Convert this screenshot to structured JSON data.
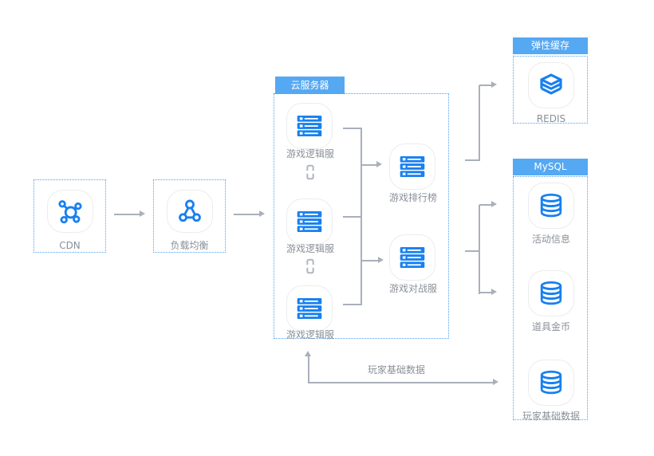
{
  "colors": {
    "accent_blue": "#55a8f2",
    "dotted_border_blue": "#4da3f2",
    "icon_blue": "#1780f0",
    "connector_gray": "#a9b0bb",
    "label_gray": "#8a9099",
    "tile_border_gray": "#ececec",
    "background": "#ffffff"
  },
  "icons": {
    "cdn": "cdn-network-icon",
    "load_balancer": "load-balancer-nodes-icon",
    "logic_server": "server-rack-icon",
    "cache": "layer-stack-icon",
    "database": "database-cylinder-icon",
    "link": "chain-link-icon"
  },
  "diagram": {
    "cdn": {
      "label": "CDN"
    },
    "load_balancer": {
      "label": "负载均衡"
    },
    "cloud": {
      "title": "云服务器",
      "logic_servers": [
        "游戏逻辑服",
        "游戏逻辑服",
        "游戏逻辑服"
      ],
      "leaderboard_label": "游戏排行榜",
      "battle_label": "游戏对战服"
    },
    "cache": {
      "title": "弹性缓存",
      "items": [
        "REDIS"
      ]
    },
    "mysql": {
      "title": "MySQL",
      "items": [
        "活动信息",
        "道具金币",
        "玩家基础数据"
      ]
    },
    "feedback_arrow_label": "玩家基础数据"
  }
}
